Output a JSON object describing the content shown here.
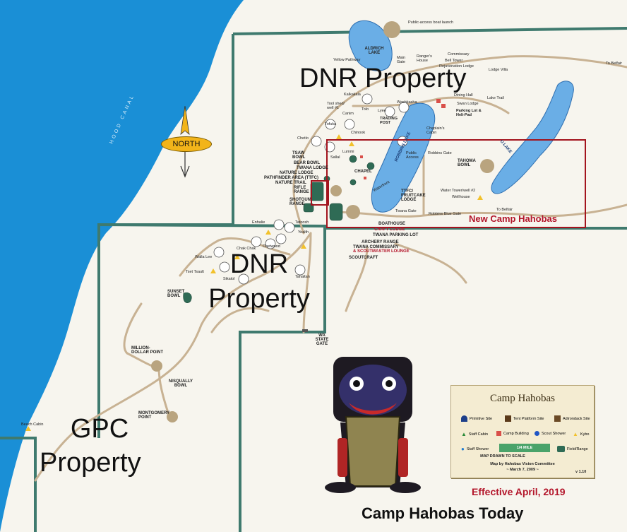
{
  "map": {
    "water_label": "HOOD CANAL",
    "compass_label": "NORTH",
    "areas": {
      "dnr_north": "DNR Property",
      "dnr_south_line1": "DNR",
      "dnr_south_line2": "Property",
      "gpc_line1": "GPC",
      "gpc_line2": "Property",
      "new_camp": "New Camp Hahobas"
    },
    "lakes": {
      "aldrich": "ALDRICH LAKE",
      "robbins": "ROBBINS LAKE",
      "u": "U LAKE"
    },
    "labels": {
      "boat_launch": "Public-access boat launch",
      "yellow_pathway": "Yellow Pathway",
      "main_gate": "Main Gate",
      "rangers_house": "Ranger's House",
      "commissary": "Commissary",
      "bell_tower": "Bell Tower",
      "beauty_lodge": "Rejuvenation Lodge",
      "belfair_top": "To Belfair",
      "lodge_villa": "Lodge Villa",
      "dining": "Dining Hall",
      "lake_trail": "Lake Trail",
      "swan_lodge": "Swan Lodge",
      "parking_lot": "Parking Lot & Heli-Pad",
      "chaplains_cabin": "Chaplain's Cabin",
      "robbins_gate": "Robbins Gate",
      "tahoma_bowl": "TAHOMA BOWL",
      "water_tower": "Water Tower/well #2",
      "wellhouse": "Wellhouse",
      "belfair_right": "To Belfair",
      "robbins_blue_gate": "Robbins Blue Gate",
      "twana_gate": "Twana Gate",
      "kalkakala": "Kalkakala",
      "tool_shed": "Tool shed/ well #1",
      "canim": "Canim",
      "tolo": "Tolo",
      "lyee": "Lyee",
      "washkasha": "Washkasha",
      "tofuka": "Tofuka",
      "trading_post": "TRADING POST",
      "chinook": "Chinook",
      "chetlo": "Chetlo",
      "lummi": "Lummi",
      "tsaw_bowl": "TSAW BOWL",
      "sallal": "Sallal",
      "bear_bowl": "BEAR BOWL",
      "twana_lodge": "TWANA LODGE",
      "chapel": "CHAPEL",
      "nature_lodge": "NATURE LODGE",
      "pathfinder": "PATHFINDER AREA (TTFC)",
      "nature_trail": "NATURE TRAIL",
      "rifle_range": "RIFLE RANGE",
      "shotgun_range": "SHOTGUN RANGE",
      "public_access": "Public Access",
      "waterfront": "Waterfront",
      "ttfc_lodge": "TTFC/ FRUITCAKE LODGE",
      "boathouse": "BOATHOUSE",
      "craft_lodge": "CRAFT LODGE",
      "twana_parking": "TWANA PARKING LOT",
      "archery_range": "ARCHERY RANGE",
      "twana_commissary": "TWANA COMMISSARY",
      "scoutmaster_lounge": "& SCOUTMASTER LOUNGE",
      "scoutcraft": "SCOUTCRAFT",
      "enhalie": "Enhalie",
      "tatoosh": "Tatoosh",
      "yealth": "Yealth",
      "chak_chak": "Chak Chak",
      "chetwood": "Chetwood",
      "walla_lee": "Walla Lee",
      "tsat_tsault": "Tset Tsault",
      "sikatol": "Sikatol",
      "tahaltan": "Tahaltan",
      "sunset_bowl": "SUNSET BOWL",
      "wa_state_gate": "WA STATE GATE",
      "million_dollar": "MILLION-DOLLAR POINT",
      "nisqually_bowl": "NISQUALLY BOWL",
      "montgomery_point": "MONTGOMERY POINT",
      "beach_cabin": "Beach Cabin"
    }
  },
  "legend": {
    "title": "Camp Hahobas",
    "items": {
      "primitive": "Primitive Site",
      "tent_platform": "Tent Platform Site",
      "adirondack": "Adirondack Site",
      "staff_cabin": "Staff Cabin",
      "camp_building": "Camp Building",
      "scout_shower": "Scout Shower",
      "kybo": "Kybo",
      "staff_shower": "Staff Shower",
      "field_range": "Field/Range"
    },
    "scale_label": "1/4 MILE",
    "scale_note": "MAP DRAWN TO SCALE",
    "credit": "Map by Hahobas Vision Committee",
    "date": "~ March 7, 2009 ~",
    "version": "v 1.10"
  },
  "footer": {
    "effective": "Effective April, 2019",
    "title": "Camp Hahobas Today"
  },
  "colors": {
    "water": "#1a8fd6",
    "lake": "#6aaee6",
    "boundary": "#3f7a6e",
    "trail": "#c8b293",
    "callout": "#a3141e",
    "compass": "#f2b41a"
  }
}
